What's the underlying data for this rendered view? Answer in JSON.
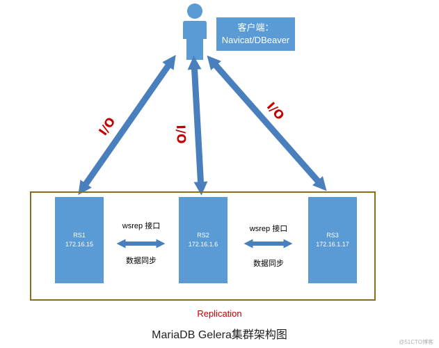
{
  "client": {
    "label_line1": "客户端：",
    "label_line2": "Navicat/DBeaver"
  },
  "io_labels": [
    "I/O",
    "I/O",
    "I/O"
  ],
  "servers": [
    {
      "name": "RS1",
      "ip": "172.16.15"
    },
    {
      "name": "RS2",
      "ip": "172.16.1.6"
    },
    {
      "name": "RS3",
      "ip": "172.16.1.17"
    }
  ],
  "links": [
    {
      "protocol": "wsrep 接口",
      "purpose": "数据同步"
    },
    {
      "protocol": "wsrep 接口",
      "purpose": "数据同步"
    }
  ],
  "cluster_label": "Replication",
  "caption": "MariaDB Gelera集群架构图",
  "watermark": "@51CTO博客",
  "colors": {
    "box_fill": "#5b9bd5",
    "arrow": "#4a7fbd",
    "io_text": "#c00000",
    "cluster_border": "#8b6d1a"
  }
}
